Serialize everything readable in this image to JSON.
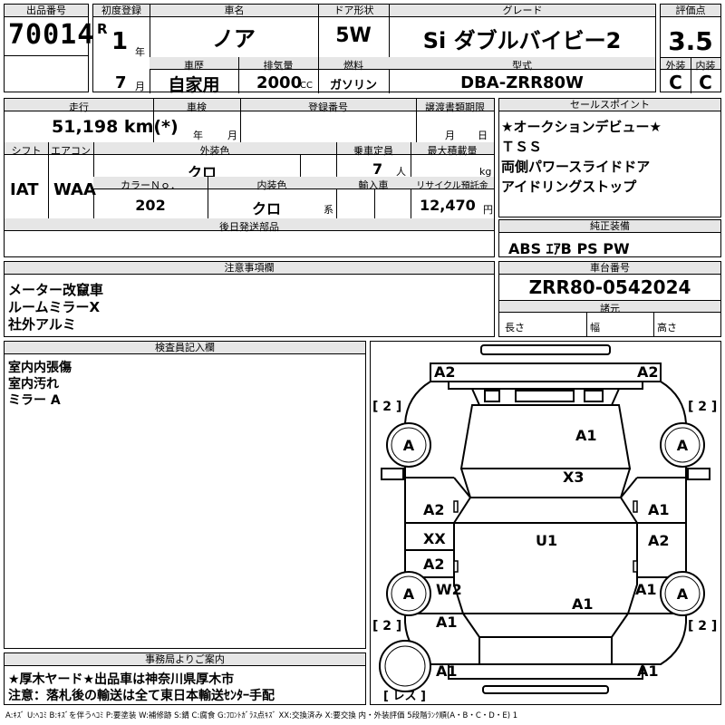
{
  "labels": {
    "lot_no": "出品番号",
    "first_reg": "初度登録",
    "car_name": "車名",
    "door": "ドア形状",
    "grade": "グレード",
    "score": "評価点",
    "history": "車歴",
    "displacement": "排気量",
    "fuel": "燃料",
    "model_code": "型式",
    "exterior": "外装",
    "interior": "内装",
    "year_unit": "年",
    "month_unit": "月",
    "cc_unit": "CC",
    "mileage": "走行",
    "inspection": "車検",
    "reg_no": "登録番号",
    "transfer_deadline": "譲渡書類期限",
    "sales_point": "セールスポイント",
    "shift": "シフト",
    "aircon": "エアコン",
    "ext_color": "外装色",
    "capacity": "乗車定員",
    "max_load": "最大積載量",
    "color_no": "カラーＮｏ．",
    "int_color": "内装色",
    "import": "輸入車",
    "recycle": "リサイクル預託金",
    "later_parts": "後日発送部品",
    "genuine_equipment": "純正装備",
    "notes": "注意事項欄",
    "chassis_no": "車台番号",
    "specs": "諸元",
    "length": "長さ",
    "width": "幅",
    "height": "高さ",
    "inspector_notes": "検査員記入欄",
    "office_notice": "事務局よりご案内",
    "person_unit": "人",
    "kg_unit": "kg",
    "yen_unit": "円",
    "series_suffix": "系",
    "year_small": "年",
    "month_small": "月",
    "day_small": "日"
  },
  "vehicle": {
    "lot_no": "70014",
    "era": "R",
    "year": "1",
    "month": "7",
    "name": "ノア",
    "door": "5W",
    "grade": "Si ダブルバイビー2",
    "score": "3.5",
    "history": "自家用",
    "displacement": "2000",
    "fuel": "ガソリン",
    "model_code": "DBA-ZRR80W",
    "exterior_grade": "C",
    "interior_grade": "C",
    "mileage": "51,198 km(*)",
    "shift": "IAT",
    "aircon": "WAA",
    "ext_color": "クロ",
    "capacity": "7",
    "color_no": "202",
    "int_color": "クロ",
    "recycle_fee": "12,470",
    "chassis_no": "ZRR80-0542024"
  },
  "sales_points": [
    "★オークションデビュー★",
    "ＴＳＳ",
    "両側パワースライドドア",
    "アイドリングストップ"
  ],
  "equipment": "ABS ｴｱB PS PW",
  "notes": [
    "メーター改竄車",
    "ルームミラーX",
    "社外アルミ"
  ],
  "inspector_notes": [
    "室内内張傷",
    "室内汚れ",
    "ミラー A"
  ],
  "office_notice": [
    "★厚木ヤード★出品車は神奈川県厚木市",
    "注意：落札後の輸送は全て東日本輸送ｾﾝﾀｰ手配"
  ],
  "diagram": {
    "tire_top_left": "[ 2 ]",
    "tire_top_right": "[ 2 ]",
    "tire_bot_left": "[ 2 ]",
    "tire_bot_right": "[ 2 ]",
    "spare": "[ レス ]",
    "wheel_label": "A",
    "marks": {
      "front_left": "A2",
      "front_right": "A2",
      "hood": "A1",
      "windshield": "X3",
      "front_door_l": "A2",
      "front_door_r": "A1",
      "pillar_l": "XX",
      "roof": "U1",
      "rear_door_l_a": "A2",
      "rear_door_r": "A2",
      "rear_fender_l": "W2",
      "rear_fender_r": "A1",
      "rear_panel": "A1",
      "quarter_l": "A1",
      "rear_bumper_l": "A1",
      "rear_bumper_r": "A1"
    }
  },
  "legend": "A:ｷｽﾞ U:ﾍｺﾐ B:ｷｽﾞを伴うﾍｺﾐ P:要塗装 W:補修跡 S:錆 C:腐食 G:ﾌﾛﾝﾄｶﾞﾗｽ点ｷｽﾞ XX:交換済み X:要交換  内・外装評価  5段階ﾗﾝｸ順(A・B・C・D・E) 1"
}
